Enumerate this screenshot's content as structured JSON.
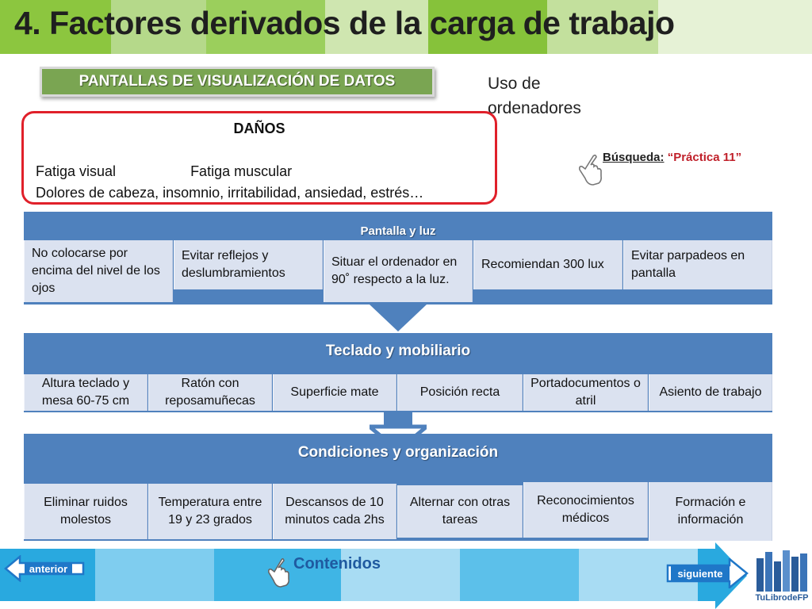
{
  "slide": {
    "title": "4. Factores derivados de la carga de trabajo",
    "header_button": "PANTALLAS DE VISUALIZACIÓN DE DATOS",
    "uso_text": "Uso de ordenadores",
    "danos": {
      "title": "DAÑOS",
      "item1": "Fatiga visual",
      "item2": "Fatiga muscular",
      "line2": "Dolores de cabeza, insomnio, irritabilidad, ansiedad, estrés…"
    },
    "search": {
      "label": "Búsqueda:",
      "value": "“Práctica 11”"
    }
  },
  "sections": [
    {
      "title": "Pantalla y luz",
      "items": [
        "No colocarse por encima del nivel de los ojos",
        "Evitar reflejos y deslumbramientos",
        "Situar el ordenador en 90˚ respecto a la luz.",
        "Recomiendan 300 lux",
        "Evitar parpadeos en pantalla"
      ]
    },
    {
      "title": "Teclado y mobiliario",
      "items": [
        "Altura teclado y mesa 60-75 cm",
        "Ratón con reposamuñecas",
        "Superficie mate",
        "Posición recta",
        "Portadocumentos o atril",
        "Asiento de trabajo"
      ]
    },
    {
      "title": "Condiciones y organización",
      "items": [
        "Eliminar ruidos molestos",
        "Temperatura entre 19 y 23 grados",
        "Descansos de 10 minutos cada 2hs",
        "Alternar con otras tareas",
        "Reconocimientos médicos",
        "Formación e información"
      ]
    }
  ],
  "nav": {
    "prev": "anterior",
    "contents": "Contenidos",
    "next": "siguiente",
    "logo": "TuLibrodeFP"
  },
  "colors": {
    "title_band": [
      "#8cc63f",
      "#b5d98a",
      "#9bcf5c",
      "#cfe6b0",
      "#86c23a",
      "#c3e09d",
      "#e6f2d6"
    ],
    "band_blue": "#4f81bd",
    "cell": "#dbe2f0",
    "accent_red": "#e0202a",
    "header_green": "#7aa552",
    "nav_cyan": [
      "#29a9df",
      "#7fcdef",
      "#3fb5e5",
      "#a8dcf3",
      "#5cc0ea"
    ]
  }
}
